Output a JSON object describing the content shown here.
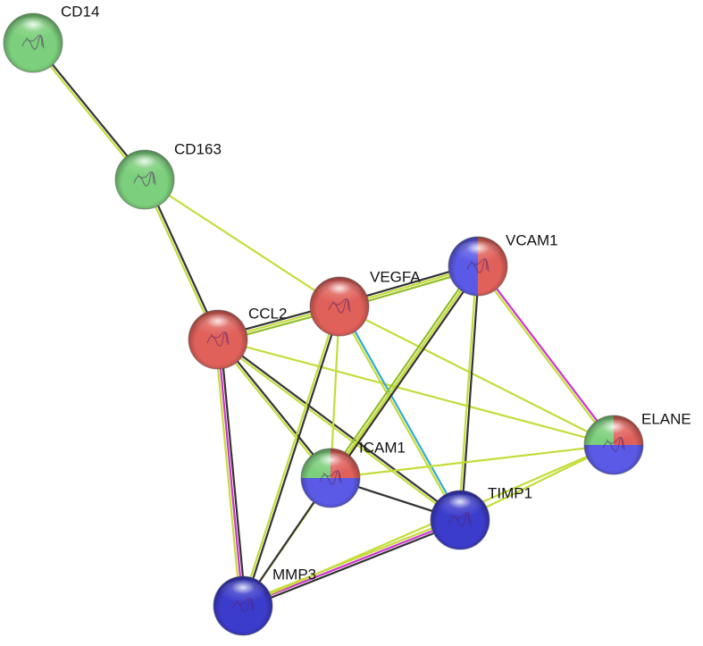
{
  "nodes": [
    {
      "id": "CD14",
      "label": "CD14",
      "colors": [
        "#7ccf7c"
      ]
    },
    {
      "id": "CD163",
      "label": "CD163",
      "colors": [
        "#7ccf7c"
      ]
    },
    {
      "id": "CCL2",
      "label": "CCL2",
      "colors": [
        "#e0605a"
      ]
    },
    {
      "id": "VEGFA",
      "label": "VEGFA",
      "colors": [
        "#e0605a"
      ]
    },
    {
      "id": "VCAM1",
      "label": "VCAM1",
      "colors": [
        "#5a5ae6",
        "#e0605a"
      ]
    },
    {
      "id": "ELANE",
      "label": "ELANE",
      "colors": [
        "#7ccf7c",
        "#e0605a",
        "#5a5ae6"
      ]
    },
    {
      "id": "ICAM1",
      "label": "ICAM1",
      "colors": [
        "#7ccf7c",
        "#e0605a",
        "#5a5ae6"
      ]
    },
    {
      "id": "TIMP1",
      "label": "TIMP1",
      "colors": [
        "#3c3ccc"
      ]
    },
    {
      "id": "MMP3",
      "label": "MMP3",
      "colors": [
        "#3c3ccc"
      ]
    }
  ],
  "edges": [
    {
      "source": "CD14",
      "target": "CD163",
      "types": [
        "black",
        "yellow"
      ]
    },
    {
      "source": "CD163",
      "target": "CCL2",
      "types": [
        "black",
        "yellow"
      ]
    },
    {
      "source": "CD163",
      "target": "VEGFA",
      "types": [
        "yellow"
      ]
    },
    {
      "source": "CCL2",
      "target": "VEGFA",
      "types": [
        "black",
        "yellow",
        "green"
      ]
    },
    {
      "source": "CCL2",
      "target": "ICAM1",
      "types": [
        "black",
        "yellow"
      ]
    },
    {
      "source": "CCL2",
      "target": "TIMP1",
      "types": [
        "black",
        "yellow"
      ]
    },
    {
      "source": "CCL2",
      "target": "MMP3",
      "types": [
        "black",
        "magenta",
        "yellow"
      ]
    },
    {
      "source": "CCL2",
      "target": "ELANE",
      "types": [
        "yellow"
      ]
    },
    {
      "source": "VEGFA",
      "target": "VCAM1",
      "types": [
        "black",
        "yellow",
        "green"
      ]
    },
    {
      "source": "VEGFA",
      "target": "ICAM1",
      "types": [
        "yellow"
      ]
    },
    {
      "source": "VEGFA",
      "target": "TIMP1",
      "types": [
        "cyan",
        "yellow"
      ]
    },
    {
      "source": "VEGFA",
      "target": "MMP3",
      "types": [
        "black",
        "yellow"
      ]
    },
    {
      "source": "VEGFA",
      "target": "ELANE",
      "types": [
        "yellow"
      ]
    },
    {
      "source": "VCAM1",
      "target": "ICAM1",
      "types": [
        "black",
        "yellow",
        "green"
      ]
    },
    {
      "source": "VCAM1",
      "target": "TIMP1",
      "types": [
        "black",
        "yellow"
      ]
    },
    {
      "source": "VCAM1",
      "target": "ELANE",
      "types": [
        "magenta",
        "yellow"
      ]
    },
    {
      "source": "VCAM1",
      "target": "MMP3",
      "types": [
        "yellow"
      ]
    },
    {
      "source": "ICAM1",
      "target": "TIMP1",
      "types": [
        "black"
      ]
    },
    {
      "source": "ICAM1",
      "target": "MMP3",
      "types": [
        "black"
      ]
    },
    {
      "source": "ICAM1",
      "target": "ELANE",
      "types": [
        "yellow"
      ]
    },
    {
      "source": "TIMP1",
      "target": "MMP3",
      "types": [
        "black",
        "magenta",
        "yellow"
      ]
    },
    {
      "source": "TIMP1",
      "target": "ELANE",
      "types": [
        "yellow"
      ]
    },
    {
      "source": "MMP3",
      "target": "ELANE",
      "types": [
        "yellow"
      ]
    }
  ],
  "edge_colors": {
    "black": "#333333",
    "yellow": "#c5dc3a",
    "green": "#8fbf2a",
    "magenta": "#cc33cc",
    "cyan": "#33aacc"
  }
}
